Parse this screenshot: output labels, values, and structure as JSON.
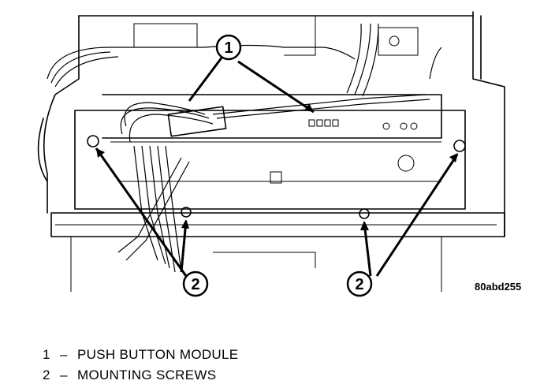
{
  "figure_code": "80abd255",
  "callouts": [
    {
      "number": "1"
    },
    {
      "number": "2"
    },
    {
      "number": "2"
    }
  ],
  "legend": [
    {
      "number": "1",
      "separator": "–",
      "label": "PUSH BUTTON MODULE"
    },
    {
      "number": "2",
      "separator": "–",
      "label": "MOUNTING SCREWS"
    }
  ]
}
